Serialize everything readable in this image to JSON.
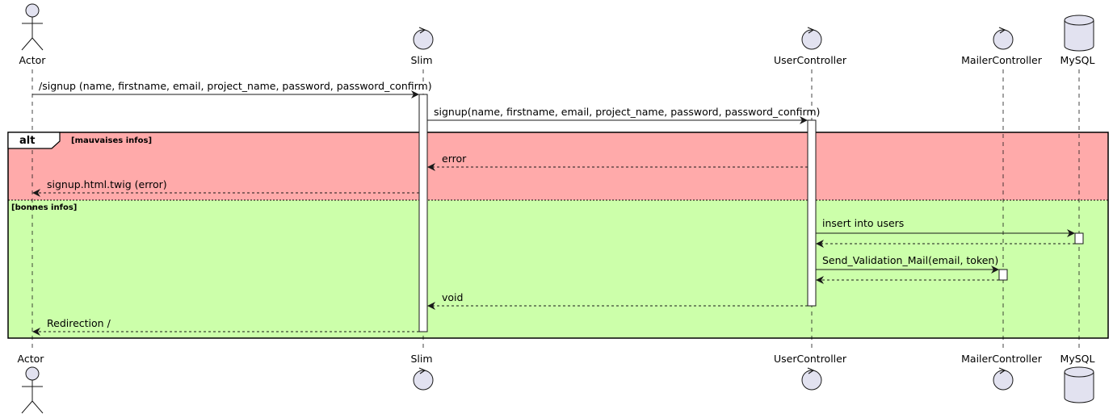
{
  "participants": [
    {
      "id": "actor",
      "name": "Actor",
      "kind": "actor"
    },
    {
      "id": "slim",
      "name": "Slim",
      "kind": "control"
    },
    {
      "id": "user",
      "name": "UserController",
      "kind": "control"
    },
    {
      "id": "mailer",
      "name": "MailerController",
      "kind": "control"
    },
    {
      "id": "mysql",
      "name": "MySQL",
      "kind": "database"
    }
  ],
  "messages": [
    {
      "from": "actor",
      "to": "slim",
      "label": "/signup (name, firstname, email, project_name, password, password_confirm)",
      "style": "sync"
    },
    {
      "from": "slim",
      "to": "user",
      "label": "signup(name, firstname, email, project_name, password, password_confirm)",
      "style": "sync"
    },
    {
      "from": "user",
      "to": "slim",
      "label": "error",
      "style": "return"
    },
    {
      "from": "slim",
      "to": "actor",
      "label": "signup.html.twig (error)",
      "style": "return"
    },
    {
      "from": "user",
      "to": "mysql",
      "label": "insert into users",
      "style": "sync"
    },
    {
      "from": "mysql",
      "to": "user",
      "label": "",
      "style": "return"
    },
    {
      "from": "user",
      "to": "mailer",
      "label": "Send_Validation_Mail(email, token)",
      "style": "sync"
    },
    {
      "from": "mailer",
      "to": "user",
      "label": "",
      "style": "return"
    },
    {
      "from": "user",
      "to": "slim",
      "label": "void",
      "style": "return"
    },
    {
      "from": "slim",
      "to": "actor",
      "label": "Redirection /",
      "style": "return"
    }
  ],
  "alt": {
    "keyword": "alt",
    "sections": [
      {
        "guard": "[mauvaises infos]",
        "color": "#FFAAAA"
      },
      {
        "guard": "[bonnes infos]",
        "color": "#CCFFAA"
      }
    ]
  },
  "colors": {
    "participant_fill": "#E2E2F0",
    "activation_fill": "#FFFFFF",
    "line": "#181818",
    "lifeline": "#181818"
  }
}
